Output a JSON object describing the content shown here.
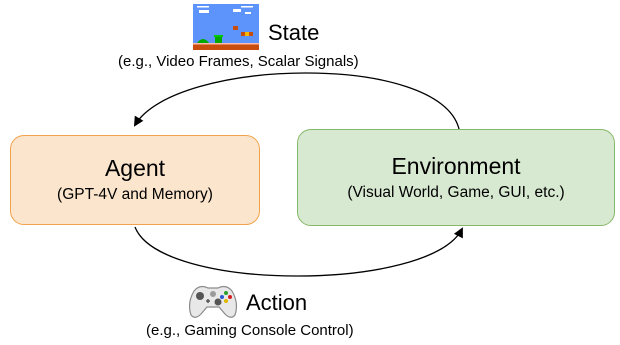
{
  "state": {
    "title": "State",
    "subtitle": "(e.g., Video Frames, Scalar Signals)",
    "icon": "game-screenshot-icon"
  },
  "agent": {
    "title": "Agent",
    "subtitle": "(GPT-4V and Memory)",
    "fill": "#fbe5cd",
    "border": "#f2a24a"
  },
  "environment": {
    "title": "Environment",
    "subtitle": "(Visual World, Game, GUI, etc.)",
    "fill": "#d8e9d1",
    "border": "#86b86b"
  },
  "action": {
    "title": "Action",
    "subtitle": "(e.g., Gaming Console Control)",
    "icon": "gamepad-icon"
  }
}
